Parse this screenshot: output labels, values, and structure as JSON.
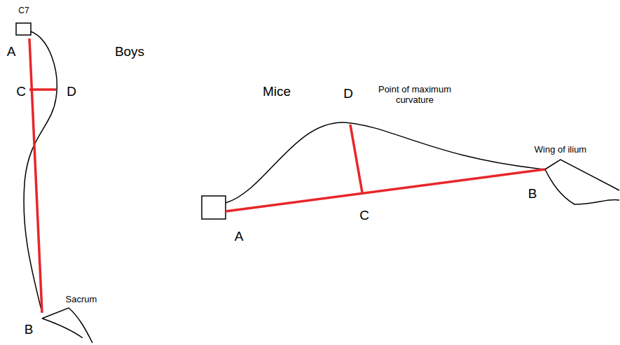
{
  "diagram": {
    "labels": [
      "C7",
      "A",
      "Boys",
      "C",
      "D",
      "Sacrum",
      "B",
      "Mice",
      "D",
      "Point of maximum curvature",
      "Wing of ilium",
      "A",
      "C",
      "B"
    ]
  }
}
